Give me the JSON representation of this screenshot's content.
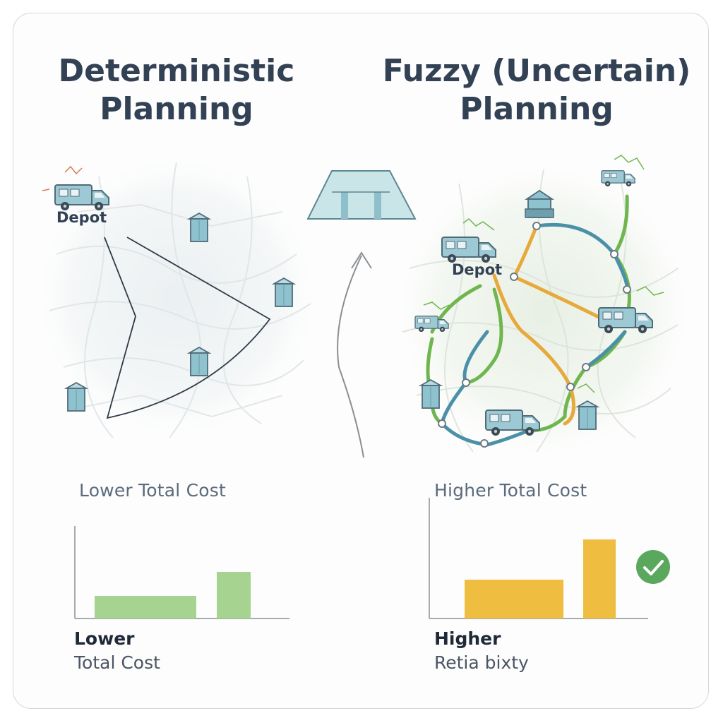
{
  "left_panel": {
    "title_line1": "Deterministic",
    "title_line2": "Planning",
    "depot_label": "Depot",
    "cost_heading": "Lower Total Cost",
    "bottom_strong": "Lower",
    "bottom_light": "Total Cost"
  },
  "right_panel": {
    "title_line1": "Fuzzy (Uncertain)",
    "title_line2": "Planning",
    "depot_label": "Depot",
    "cost_heading": "Higher Total Cost",
    "bottom_strong": "Higher",
    "bottom_light": "Retia bixty"
  },
  "colors": {
    "title": "#334155",
    "left_bar": "#a6d38f",
    "right_bar": "#efbd3f",
    "check_badge": "#5aa75e",
    "route_green": "#6fb64f",
    "route_blue": "#4a90a8",
    "route_orange": "#e7a93a",
    "bin": "#8fc2cf"
  },
  "icons": [
    "truck-icon",
    "bin-icon",
    "check-icon",
    "arrow-up-icon",
    "funnel-icon"
  ]
}
